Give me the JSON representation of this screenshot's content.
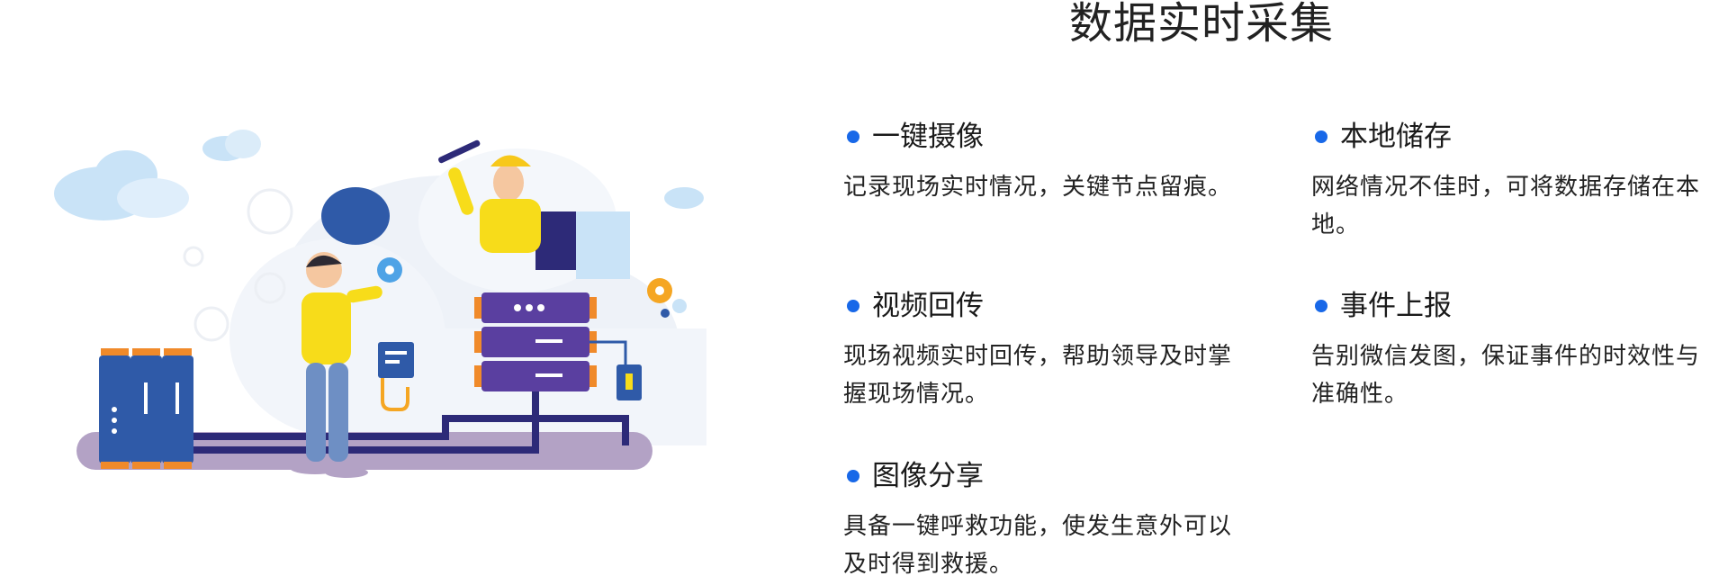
{
  "page": {
    "title": "数据实时采集"
  },
  "features": [
    {
      "title": "一键摄像",
      "desc": "记录现场实时情况，关键节点留痕。"
    },
    {
      "title": "视频回传",
      "desc": "现场视频实时回传，帮助领导及时掌握现场情况。"
    },
    {
      "title": "图像分享",
      "desc": "具备一键呼救功能，使发生意外可以及时得到救援。"
    },
    {
      "title": "本地储存",
      "desc": "网络情况不佳时，可将数据存储在本地。"
    },
    {
      "title": "事件上报",
      "desc": "告别微信发图，保证事件的时效性与准确性。"
    }
  ],
  "colors": {
    "accent": "#1868e8",
    "yellow": "#f7dc1a",
    "purple": "#5a3fa0",
    "navy": "#2d2a78",
    "blue_device": "#2f5aa8",
    "cloud": "#c9e3f7"
  }
}
